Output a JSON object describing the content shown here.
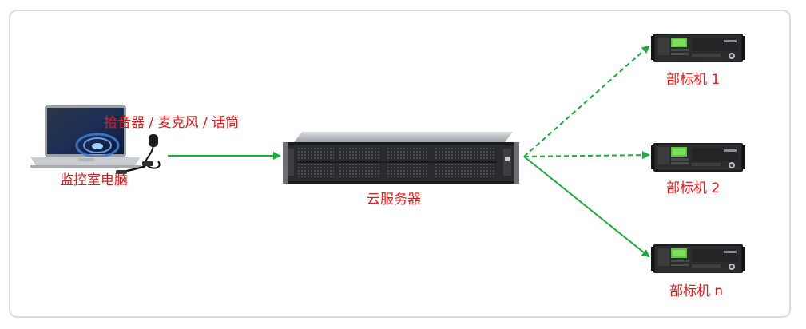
{
  "diagram": {
    "nodes": {
      "pc_label": "监控室电脑",
      "mic_label": "拾音器 / 麦克风 / 话筒",
      "server_label": "云服务器",
      "terminal_1_label": "部标机 1",
      "terminal_2_label": "部标机 2",
      "terminal_n_label": "部标机 n"
    },
    "connections": [
      {
        "from": "pc",
        "to": "server",
        "style": "solid"
      },
      {
        "from": "server",
        "to": "terminal_1",
        "style": "dashed"
      },
      {
        "from": "server",
        "to": "terminal_2",
        "style": "dashed"
      },
      {
        "from": "server",
        "to": "terminal_n",
        "style": "solid"
      }
    ],
    "colors": {
      "label": "#e31b1b",
      "arrow": "#1aad3c",
      "frame_border": "#dcdcdc",
      "device_screen": "#5ac83c"
    },
    "icons": [
      "laptop-icon",
      "microphone-icon",
      "rack-server-icon",
      "terminal-device-icon"
    ]
  }
}
